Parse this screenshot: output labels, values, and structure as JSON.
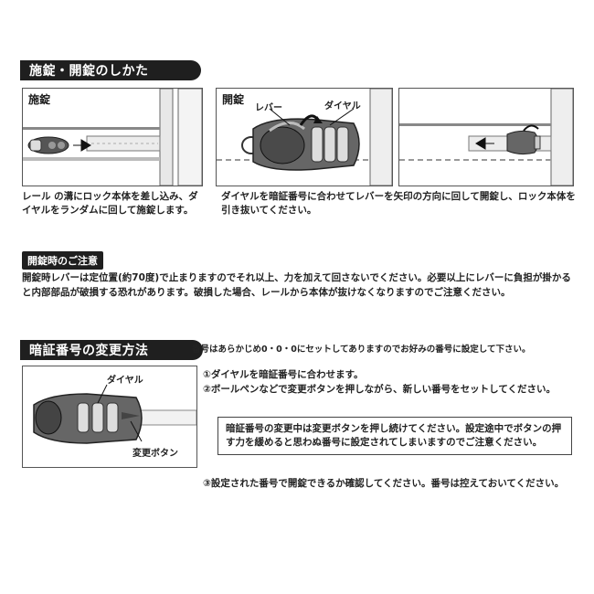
{
  "section_lock": {
    "title": "施錠・開錠のしかた",
    "panel_lock_label": "施錠",
    "panel_unlock_label": "開錠",
    "lever_label": "レバー",
    "dial_label": "ダイヤル",
    "lock_caption": "レール の溝にロック本体を差し込み、ダイヤルをランダムに回して施錠します。",
    "unlock_caption": "ダイヤルを暗証番号に合わせてレバーを矢印の方向に回して開錠し、ロック本体を引き抜いてください。"
  },
  "notice_unlock": {
    "title": "開錠時のご注意",
    "text": "開錠時レバーは定位置(約70度)で止まりますのでそれ以上、力を加えて回さないでください。必要以上にレバーに負担が掛かると内部部品が破損する恐れがあります。破損した場合、レールから本体が抜けなくなりますのでご注意ください。"
  },
  "section_code": {
    "title": "暗証番号の変更方法",
    "intro": "番号はあらかじめ0・0・0にセットしてありますのでお好みの番号に設定して下さい。",
    "dial_label": "ダイヤル",
    "button_label": "変更ボタン",
    "step1": "①ダイヤルを暗証番号に合わせます。",
    "step2": "②ボールペンなどで変更ボタンを押しながら、新しい番号をセットしてください。",
    "warning": "暗証番号の変更中は変更ボタンを押し続けてください。設定途中でボタンの押す力を緩めると思わぬ番号に設定されてしまいますのでご注意ください。",
    "step3": "③設定された番号で開錠できるか確認してください。番号は控えておいてください。"
  }
}
